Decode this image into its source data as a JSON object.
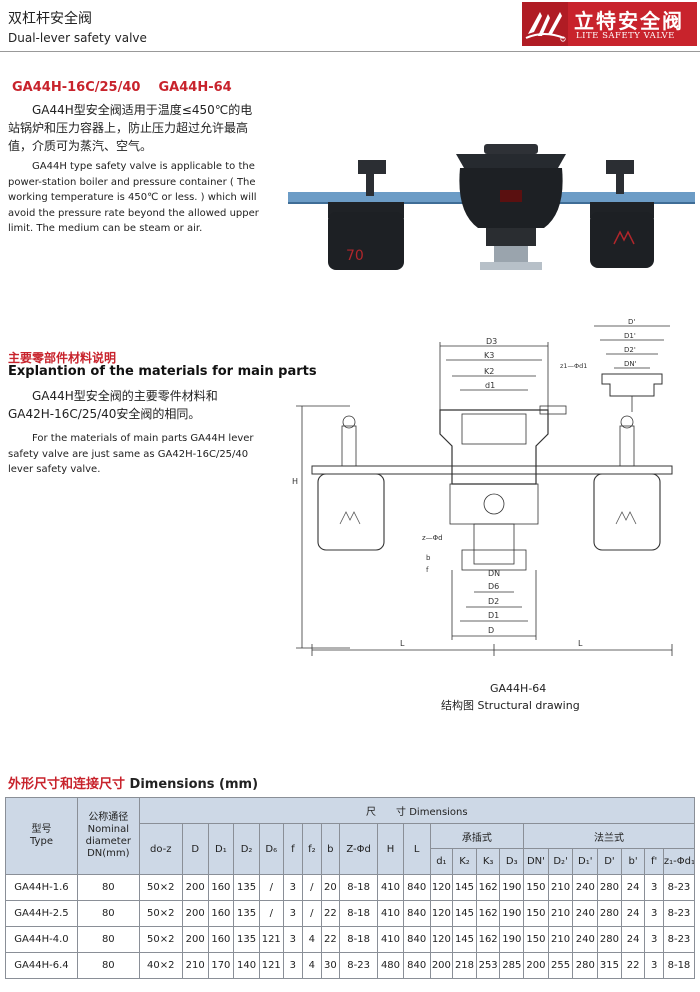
{
  "header": {
    "title_cn": "双杠杆安全阀",
    "title_en": "Dual-lever safety valve",
    "logo_cn": "立特安全阀",
    "logo_en": "LITE SAFETY VALVE",
    "brand_color": "#c8232c"
  },
  "models": {
    "title": "GA44H-16C/25/40    GA44H-64"
  },
  "intro": {
    "cn": "GA44H型安全阀适用于温度≤450℃的电站锅炉和压力容器上，防止压力超过允许最高值，介质可为蒸汽、空气。",
    "en": "GA44H type safety valve is applicable to the power-station boiler and pressure container ( The working temperature is 450℃ or less. ) which will avoid the pressure rate beyond the allowed upper limit. The medium can be steam or air."
  },
  "materials": {
    "heading_cn": "主要零部件材料说明",
    "heading_en": "Explantion of the materials for main parts",
    "text_cn": "GA44H型安全阀的主要零件材料和GA42H-16C/25/40安全阀的相同。",
    "text_en": "For the materials of main parts GA44H lever safety valve are just same as GA42H-16C/25/40 lever safety valve."
  },
  "photo": {
    "weight_left_mark": "70"
  },
  "drawing": {
    "model": "GA44H-64",
    "caption": "结构图 Structural drawing",
    "labels": {
      "D3": "D3",
      "K3": "K3",
      "K2": "K2",
      "d1": "d1",
      "H": "H",
      "L": "L",
      "zd": "z—Φd",
      "b": "b",
      "f": "f",
      "DN": "DN",
      "D6": "D6",
      "D2": "D2",
      "D1": "D1",
      "D": "D",
      "Dp": "D'",
      "D1p": "D1'",
      "D2p": "D2'",
      "DNp": "DN'",
      "z1d1": "z1—Φd1"
    }
  },
  "dimensions": {
    "title_cn": "外形尺寸和连接尺寸",
    "title_en": "Dimensions (mm)",
    "headers": {
      "type_cn": "型号",
      "type_en": "Type",
      "dn_cn": "公称通径",
      "dn_en": "Nominal diameter DN(mm)",
      "dims_cn": "尺　　寸",
      "dims_en": "Dimensions",
      "socket": "承插式",
      "flange": "法兰式",
      "cols_main": [
        "do-z",
        "D",
        "D₁",
        "D₂",
        "D₆",
        "f",
        "f₂",
        "b",
        "Z-Φd",
        "H",
        "L"
      ],
      "cols_socket": [
        "d₁",
        "K₂",
        "K₃",
        "D₃"
      ],
      "cols_flange": [
        "DN'",
        "D₂'",
        "D₁'",
        "D'",
        "b'",
        "f'",
        "z₁-Φd₁"
      ]
    },
    "rows": [
      {
        "type": "GA44H-1.6",
        "dn": "80",
        "vals": [
          "50×2",
          "200",
          "160",
          "135",
          "/",
          "3",
          "/",
          "20",
          "8-18",
          "410",
          "840",
          "120",
          "145",
          "162",
          "190",
          "150",
          "210",
          "240",
          "280",
          "24",
          "3",
          "8-23"
        ]
      },
      {
        "type": "GA44H-2.5",
        "dn": "80",
        "vals": [
          "50×2",
          "200",
          "160",
          "135",
          "/",
          "3",
          "/",
          "22",
          "8-18",
          "410",
          "840",
          "120",
          "145",
          "162",
          "190",
          "150",
          "210",
          "240",
          "280",
          "24",
          "3",
          "8-23"
        ]
      },
      {
        "type": "GA44H-4.0",
        "dn": "80",
        "vals": [
          "50×2",
          "200",
          "160",
          "135",
          "121",
          "3",
          "4",
          "22",
          "8-18",
          "410",
          "840",
          "120",
          "145",
          "162",
          "190",
          "150",
          "210",
          "240",
          "280",
          "24",
          "3",
          "8-23"
        ]
      },
      {
        "type": "GA44H-6.4",
        "dn": "80",
        "vals": [
          "40×2",
          "210",
          "170",
          "140",
          "121",
          "3",
          "4",
          "30",
          "8-23",
          "480",
          "840",
          "200",
          "218",
          "253",
          "285",
          "200",
          "255",
          "280",
          "315",
          "22",
          "3",
          "8-18"
        ]
      }
    ]
  }
}
